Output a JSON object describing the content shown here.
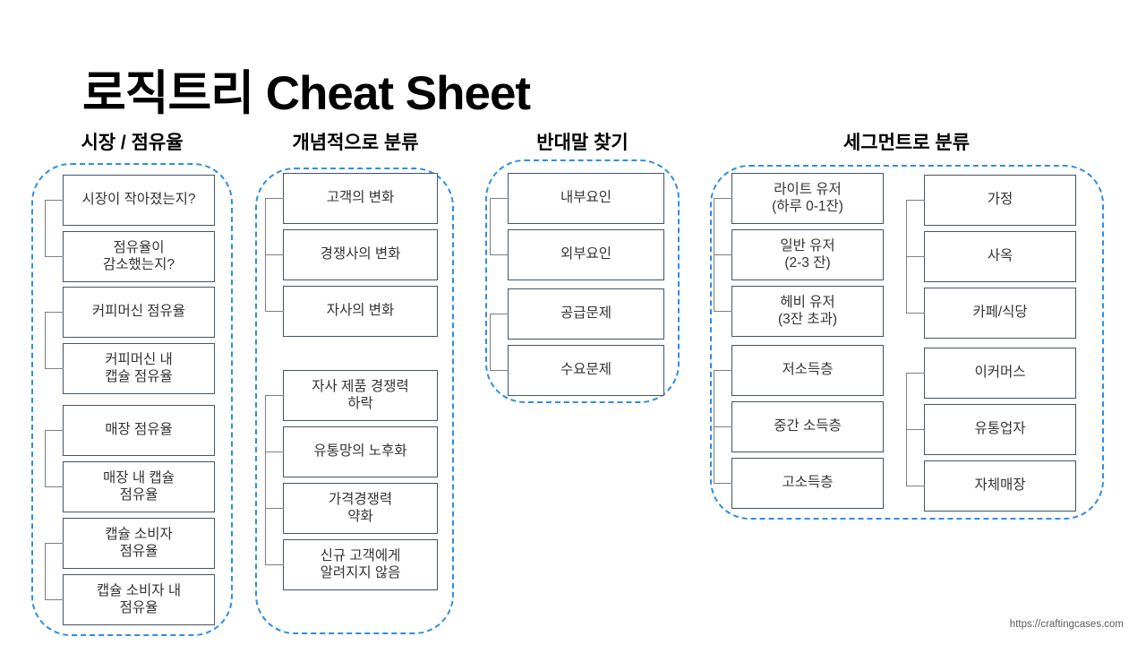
{
  "title": "로직트리 Cheat Sheet",
  "footer": {
    "url_label": "https://craftingcases.com"
  },
  "colors": {
    "container_border": "#2E8EE3",
    "box_border": "#44546A",
    "connector": "#7F7F7F",
    "box_text": "#333333",
    "heading_text": "#000000",
    "footer_text": "#595959"
  },
  "columns": [
    {
      "header": "시장 / 점유율",
      "groups": [
        {
          "boxes": [
            "시장이 작아졌는지?",
            "점유율이\n감소했는지?"
          ]
        },
        {
          "boxes": [
            "커피머신 점유율",
            "커피머신 내\n캡슐 점유율"
          ]
        },
        {
          "boxes": [
            "매장 점유율",
            "매장 내 캡슐\n점유율"
          ]
        },
        {
          "boxes": [
            "캡슐 소비자\n점유율",
            "캡슐 소비자 내\n점유율"
          ]
        }
      ]
    },
    {
      "header": "개념적으로 분류",
      "groups": [
        {
          "boxes": [
            "고객의 변화",
            "경쟁사의 변화",
            "자사의 변화"
          ]
        },
        {
          "boxes": [
            "자사 제품 경쟁력\n하락",
            "유통망의 노후화",
            "가격경쟁력\n약화",
            "신규 고객에게\n알려지지 않음"
          ]
        }
      ]
    },
    {
      "header": "반대말 찾기",
      "groups": [
        {
          "boxes": [
            "내부요인",
            "외부요인"
          ]
        },
        {
          "boxes": [
            "공급문제",
            "수요문제"
          ]
        }
      ]
    },
    {
      "header": "세그먼트로 분류",
      "subcolumns": [
        {
          "groups": [
            {
              "boxes": [
                "라이트 유저\n(하루 0-1잔)",
                "일반 유저\n(2-3 잔)",
                "헤비 유저\n(3잔 초과)"
              ]
            },
            {
              "boxes": [
                "저소득층",
                "중간 소득층",
                "고소득층"
              ]
            }
          ]
        },
        {
          "groups": [
            {
              "boxes": [
                "가정",
                "사옥",
                "카페/식당"
              ]
            },
            {
              "boxes": [
                "이커머스",
                "유통업자",
                "자체매장"
              ]
            }
          ]
        }
      ]
    }
  ]
}
